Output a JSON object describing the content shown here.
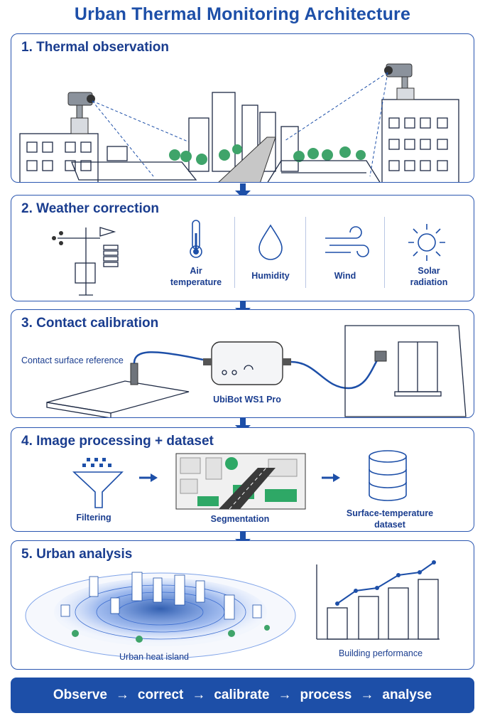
{
  "title": "Urban Thermal Monitoring Architecture",
  "panels": [
    {
      "title": "1. Thermal observation"
    },
    {
      "title": "2. Weather correction",
      "items": [
        "Air temperature",
        "Humidity",
        "Wind",
        "Solar radiation"
      ]
    },
    {
      "title": "3. Contact calibration",
      "items": [
        "Contact surface reference",
        "UbiBot WS1 Pro"
      ]
    },
    {
      "title": "4. Image processing + dataset",
      "items": [
        "Filtering",
        "Segmentation",
        "Surface-temperature dataset"
      ]
    },
    {
      "title": "5. Urban analysis",
      "items": [
        "Urban heat island",
        "Building performance"
      ]
    }
  ],
  "footer": {
    "steps": [
      "Observe",
      "correct",
      "calibrate",
      "process",
      "analyse"
    ],
    "separator": "→"
  },
  "icons": [
    "thermal-camera-icon",
    "weather-station-icon",
    "thermometer-icon",
    "droplet-icon",
    "wind-icon",
    "sun-icon",
    "sensor-box-icon",
    "funnel-icon",
    "database-icon",
    "bar-chart-icon"
  ],
  "colors": {
    "accent": "#1d4fa8",
    "line": "#2a56b0"
  }
}
